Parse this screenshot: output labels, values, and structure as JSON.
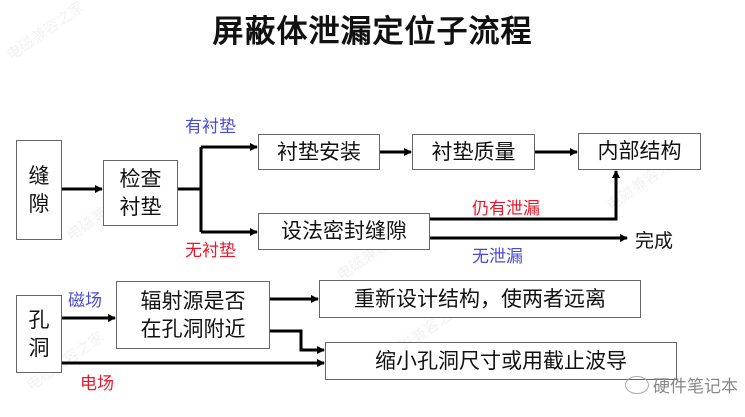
{
  "title": "屏蔽体泄漏定位子流程",
  "watermark": "电磁兼容之家",
  "brand": {
    "icon": "wechat-icon",
    "text": "硬件笔记本"
  },
  "seam_flow": {
    "start": [
      "缝",
      "隙"
    ],
    "check": [
      "检查",
      "衬垫"
    ],
    "branch_yes": "有衬垫",
    "branch_no": "无衬垫",
    "gasket_install": "衬垫安装",
    "gasket_quality": "衬垫质量",
    "internal_structure": "内部结构",
    "seal_seam": "设法密封缝隙",
    "still_leak": "仍有泄漏",
    "no_leak": "无泄漏",
    "done": "完成"
  },
  "hole_flow": {
    "start": [
      "孔",
      "洞"
    ],
    "magnetic": "磁场",
    "electric": "电场",
    "source_check": [
      "辐射源是否",
      "在孔洞附近"
    ],
    "redesign": "重新设计结构，使两者远离",
    "shrink": "缩小孔洞尺寸或用截止波导"
  },
  "colors": {
    "blue_label": "#4a4ad8",
    "red_label": "#e8182a"
  }
}
